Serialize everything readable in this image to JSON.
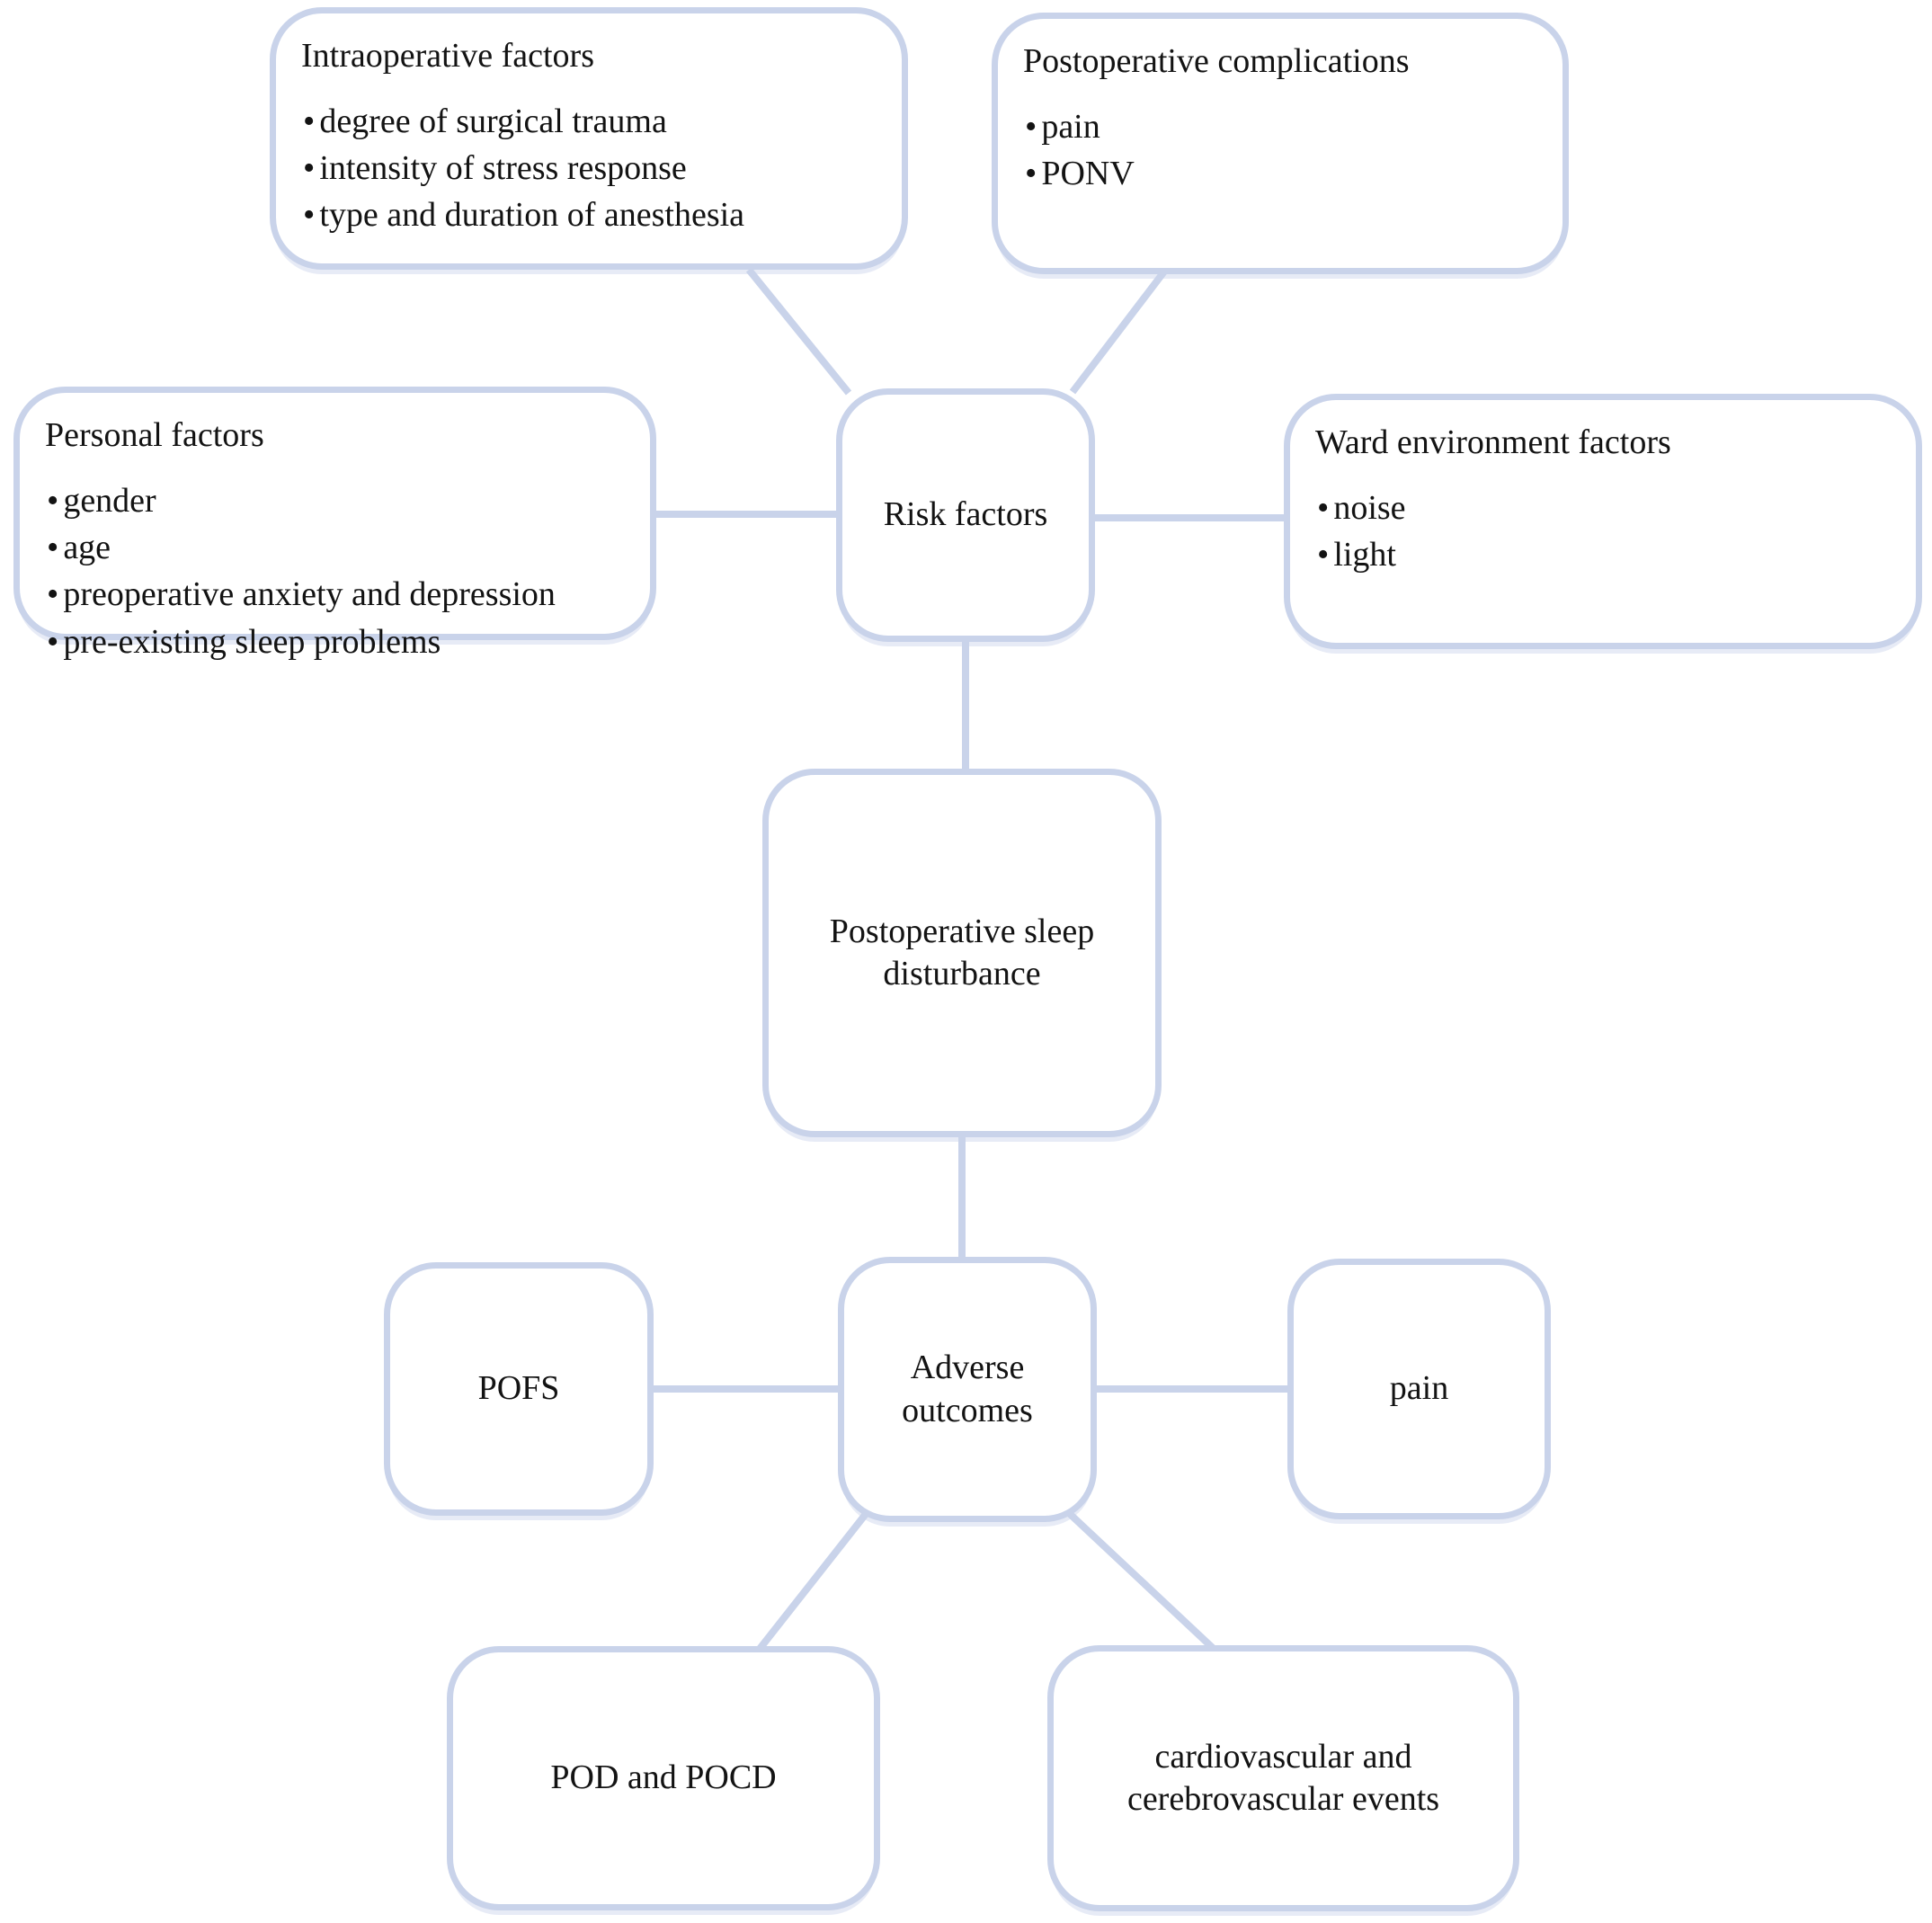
{
  "diagram": {
    "colors": {
      "connector": "#c9d3ea",
      "node_border": "#c9d3ea",
      "text": "#131313",
      "background": "#ffffff"
    },
    "nodes": {
      "intraoperative": {
        "title": "Intraoperative factors",
        "bullets": [
          "degree of surgical trauma",
          "intensity of stress response",
          "type and duration of anesthesia"
        ]
      },
      "postoperative_complications": {
        "title": "Postoperative complications",
        "bullets": [
          "pain",
          "PONV"
        ]
      },
      "personal": {
        "title": "Personal factors",
        "bullets": [
          "gender",
          "age",
          "preoperative anxiety and depression",
          "pre-existing sleep problems"
        ]
      },
      "risk": {
        "title": "Risk factors"
      },
      "ward": {
        "title": "Ward environment factors",
        "bullets": [
          "noise",
          "light"
        ]
      },
      "sleep": {
        "title": "Postoperative sleep disturbance"
      },
      "pofs": {
        "title": "POFS"
      },
      "adverse": {
        "title": "Adverse outcomes"
      },
      "pain": {
        "title": "pain"
      },
      "pod": {
        "title": "POD and POCD"
      },
      "cardio": {
        "title": "cardiovascular and cerebrovascular events"
      }
    },
    "edges": [
      {
        "from": "intraoperative",
        "to": "risk"
      },
      {
        "from": "postoperative_complications",
        "to": "risk"
      },
      {
        "from": "personal",
        "to": "risk"
      },
      {
        "from": "ward",
        "to": "risk"
      },
      {
        "from": "risk",
        "to": "sleep"
      },
      {
        "from": "sleep",
        "to": "adverse"
      },
      {
        "from": "adverse",
        "to": "pofs"
      },
      {
        "from": "adverse",
        "to": "pain"
      },
      {
        "from": "adverse",
        "to": "pod"
      },
      {
        "from": "adverse",
        "to": "cardio"
      }
    ]
  }
}
